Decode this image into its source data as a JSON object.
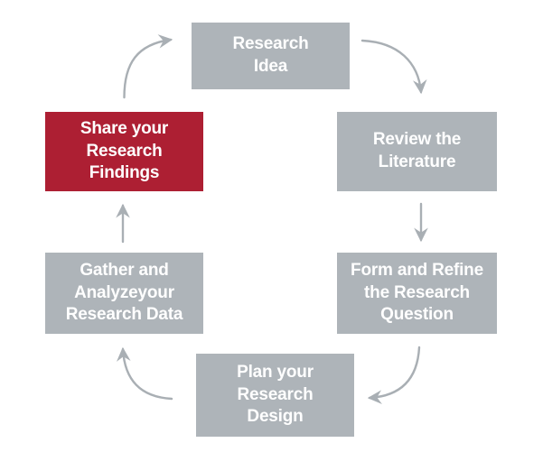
{
  "diagram": {
    "type": "research-process-cycle",
    "colors": {
      "node_default": "#aeb4b9",
      "node_highlight": "#ad1f33",
      "arrow": "#a9afb4",
      "label_text": "#ffffff",
      "background": "#ffffff"
    },
    "nodes": [
      {
        "id": "research-idea",
        "order": 1,
        "label": "Research\nIdea",
        "lines": [
          "Research",
          "Idea"
        ],
        "highlighted": false
      },
      {
        "id": "review-literature",
        "order": 2,
        "label": "Review the\nLiterature",
        "lines": [
          "Review the",
          "Literature"
        ],
        "highlighted": false
      },
      {
        "id": "form-refine-question",
        "order": 3,
        "label": "Form and Refine\nthe Research\nQuestion",
        "lines": [
          "Form and Refine",
          "the Research",
          "Question"
        ],
        "highlighted": false
      },
      {
        "id": "plan-research-design",
        "order": 4,
        "label": "Plan your\nResearch\nDesign",
        "lines": [
          "Plan your",
          "Research",
          "Design"
        ],
        "highlighted": false
      },
      {
        "id": "gather-analyze-data",
        "order": 5,
        "label": "Gather and\nAnalyzeyour\nResearch Data",
        "lines": [
          "Gather and",
          "Analyzeyour",
          "Research Data"
        ],
        "highlighted": false
      },
      {
        "id": "share-research-findings",
        "order": 6,
        "label": "Share your\nResearch\nFindings",
        "lines": [
          "Share your",
          "Research",
          "Findings"
        ],
        "highlighted": true
      }
    ],
    "connectors": [
      {
        "id": "arrow-share-to-idea",
        "from": "share-research-findings",
        "to": "research-idea",
        "shape": "curved",
        "direction": "up-right"
      },
      {
        "id": "arrow-idea-to-review",
        "from": "research-idea",
        "to": "review-literature",
        "shape": "curved",
        "direction": "down-right"
      },
      {
        "id": "arrow-review-to-form",
        "from": "review-literature",
        "to": "form-refine-question",
        "shape": "straight",
        "direction": "down"
      },
      {
        "id": "arrow-form-to-plan",
        "from": "form-refine-question",
        "to": "plan-research-design",
        "shape": "curved",
        "direction": "down-left"
      },
      {
        "id": "arrow-plan-to-gather",
        "from": "plan-research-design",
        "to": "gather-analyze-data",
        "shape": "curved",
        "direction": "up-left"
      },
      {
        "id": "arrow-gather-to-share",
        "from": "gather-analyze-data",
        "to": "share-research-findings",
        "shape": "straight",
        "direction": "up"
      }
    ]
  }
}
